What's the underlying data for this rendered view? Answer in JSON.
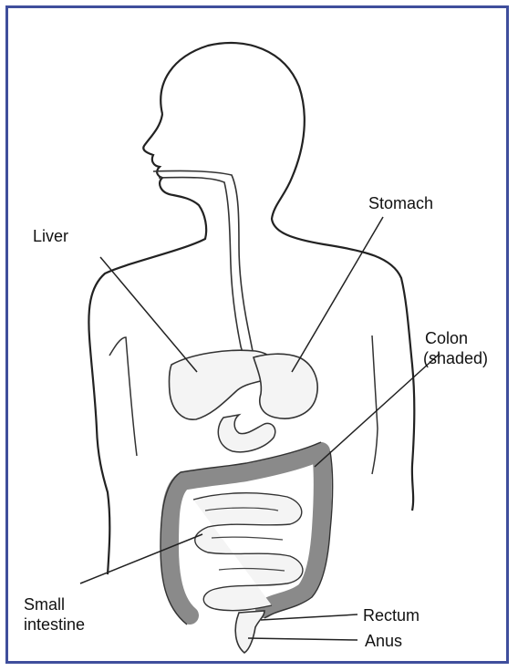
{
  "diagram": {
    "labels": {
      "liver": "Liver",
      "stomach": "Stomach",
      "colon_line1": "Colon",
      "colon_line2": "(shaded)",
      "small_intestine_line1": "Small",
      "small_intestine_line2": "intestine",
      "rectum": "Rectum",
      "anus": "Anus"
    },
    "colors": {
      "frame": "#3f4e9c",
      "outline": "#222222",
      "colon_fill": "#9a9a9a",
      "organ_fill": "#f4f4f4"
    }
  }
}
